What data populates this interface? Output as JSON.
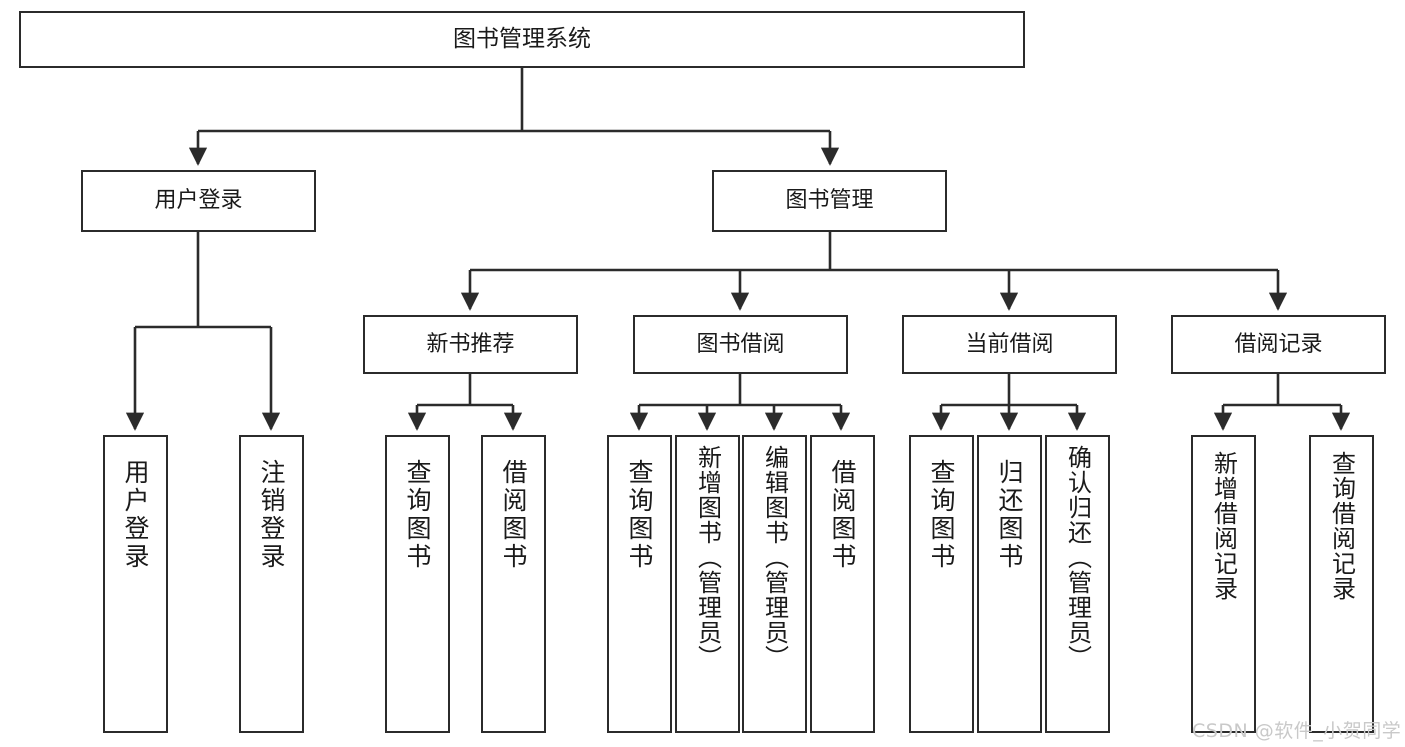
{
  "diagram": {
    "title": "图书管理系统",
    "watermark": "CSDN @软件_小贺同学",
    "stroke_color": "#2b2b2b",
    "background_color": "#ffffff",
    "text_color": "#1a1a1a",
    "watermark_color": "#c9c9c9"
  },
  "nodes": {
    "root": {
      "label": "图书管理系统"
    },
    "level1": [
      {
        "label": "用户登录"
      },
      {
        "label": "图书管理"
      }
    ],
    "level2": [
      {
        "label": "新书推荐"
      },
      {
        "label": "图书借阅"
      },
      {
        "label": "当前借阅"
      },
      {
        "label": "借阅记录"
      }
    ],
    "leaves_user_login": [
      {
        "label": "用户登录"
      },
      {
        "label": "注销登录"
      }
    ],
    "leaves_new_book": [
      {
        "label": "查询图书"
      },
      {
        "label": "借阅图书"
      }
    ],
    "leaves_borrow": [
      {
        "label": "查询图书"
      },
      {
        "label": "新增图书（管理员）"
      },
      {
        "label": "编辑图书（管理员）"
      },
      {
        "label": "借阅图书"
      }
    ],
    "leaves_current": [
      {
        "label": "查询图书"
      },
      {
        "label": "归还图书"
      },
      {
        "label": "确认归还（管理员）"
      }
    ],
    "leaves_records": [
      {
        "label": "新增借阅记录"
      },
      {
        "label": "查询借阅记录"
      }
    ]
  },
  "tree": {
    "type": "hierarchy",
    "edges": [
      {
        "from": "图书管理系统",
        "to": "用户登录"
      },
      {
        "from": "图书管理系统",
        "to": "图书管理"
      },
      {
        "from": "用户登录",
        "to": "用户登录"
      },
      {
        "from": "用户登录",
        "to": "注销登录"
      },
      {
        "from": "图书管理",
        "to": "新书推荐"
      },
      {
        "from": "图书管理",
        "to": "图书借阅"
      },
      {
        "from": "图书管理",
        "to": "当前借阅"
      },
      {
        "from": "图书管理",
        "to": "借阅记录"
      },
      {
        "from": "新书推荐",
        "to": "查询图书"
      },
      {
        "from": "新书推荐",
        "to": "借阅图书"
      },
      {
        "from": "图书借阅",
        "to": "查询图书"
      },
      {
        "from": "图书借阅",
        "to": "新增图书（管理员）"
      },
      {
        "from": "图书借阅",
        "to": "编辑图书（管理员）"
      },
      {
        "from": "图书借阅",
        "to": "借阅图书"
      },
      {
        "from": "当前借阅",
        "to": "查询图书"
      },
      {
        "from": "当前借阅",
        "to": "归还图书"
      },
      {
        "from": "当前借阅",
        "to": "确认归还（管理员）"
      },
      {
        "from": "借阅记录",
        "to": "新增借阅记录"
      },
      {
        "from": "借阅记录",
        "to": "查询借阅记录"
      }
    ]
  }
}
